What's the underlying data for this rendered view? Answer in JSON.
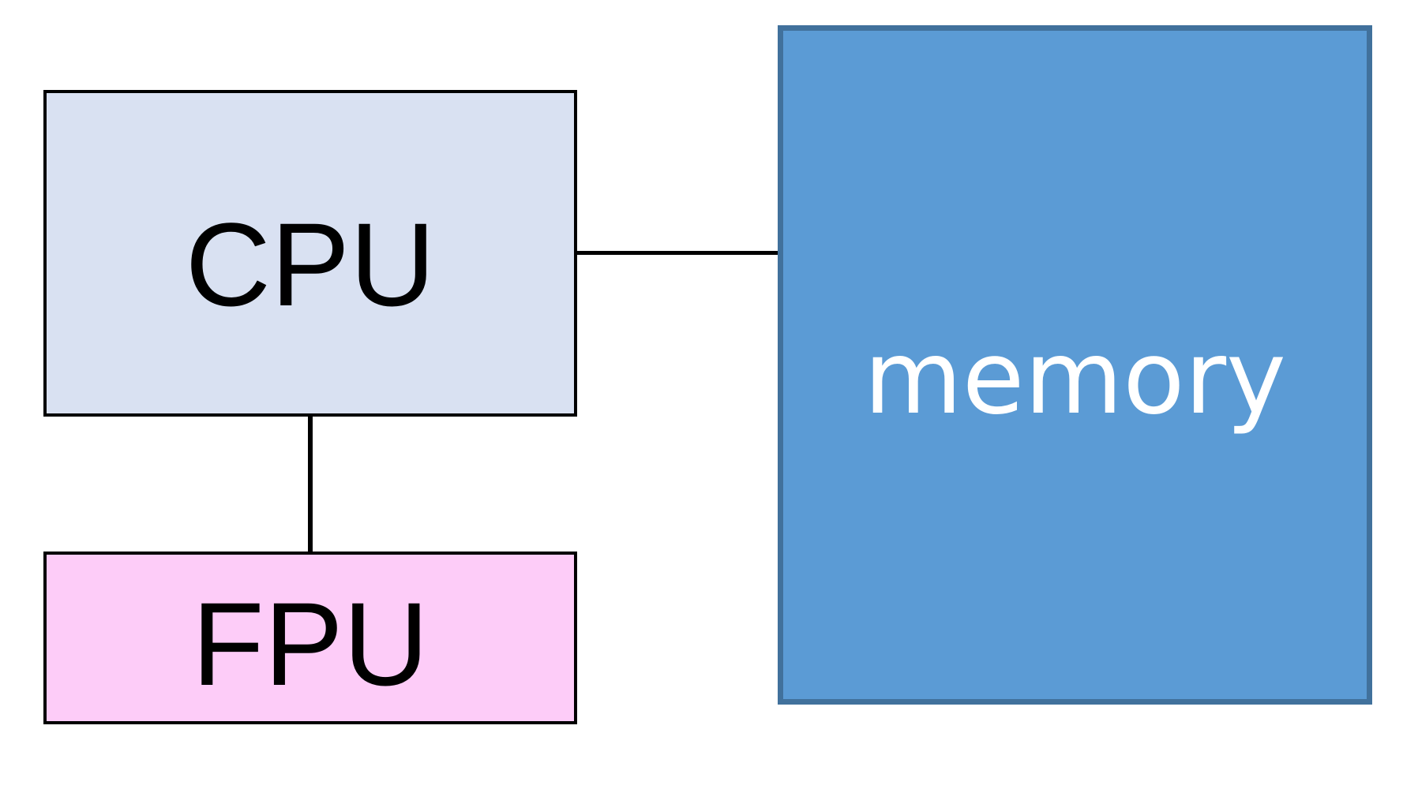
{
  "diagram": {
    "background": "#ffffff",
    "nodes": [
      {
        "id": "cpu",
        "label": "CPU",
        "fill": "#d9e1f2",
        "border_color": "#000000",
        "text_color": "#000000"
      },
      {
        "id": "fpu",
        "label": "FPU",
        "fill": "#fdccf8",
        "border_color": "#000000",
        "text_color": "#000000"
      },
      {
        "id": "memory",
        "label": "memory",
        "fill": "#5b9bd5",
        "border_color": "#41719c",
        "text_color": "#ffffff"
      }
    ],
    "edges": [
      {
        "id": "cpu-memory",
        "from": "cpu",
        "to": "memory",
        "orientation": "horizontal",
        "color": "#000000"
      },
      {
        "id": "cpu-fpu",
        "from": "cpu",
        "to": "fpu",
        "orientation": "vertical",
        "color": "#000000"
      }
    ]
  }
}
